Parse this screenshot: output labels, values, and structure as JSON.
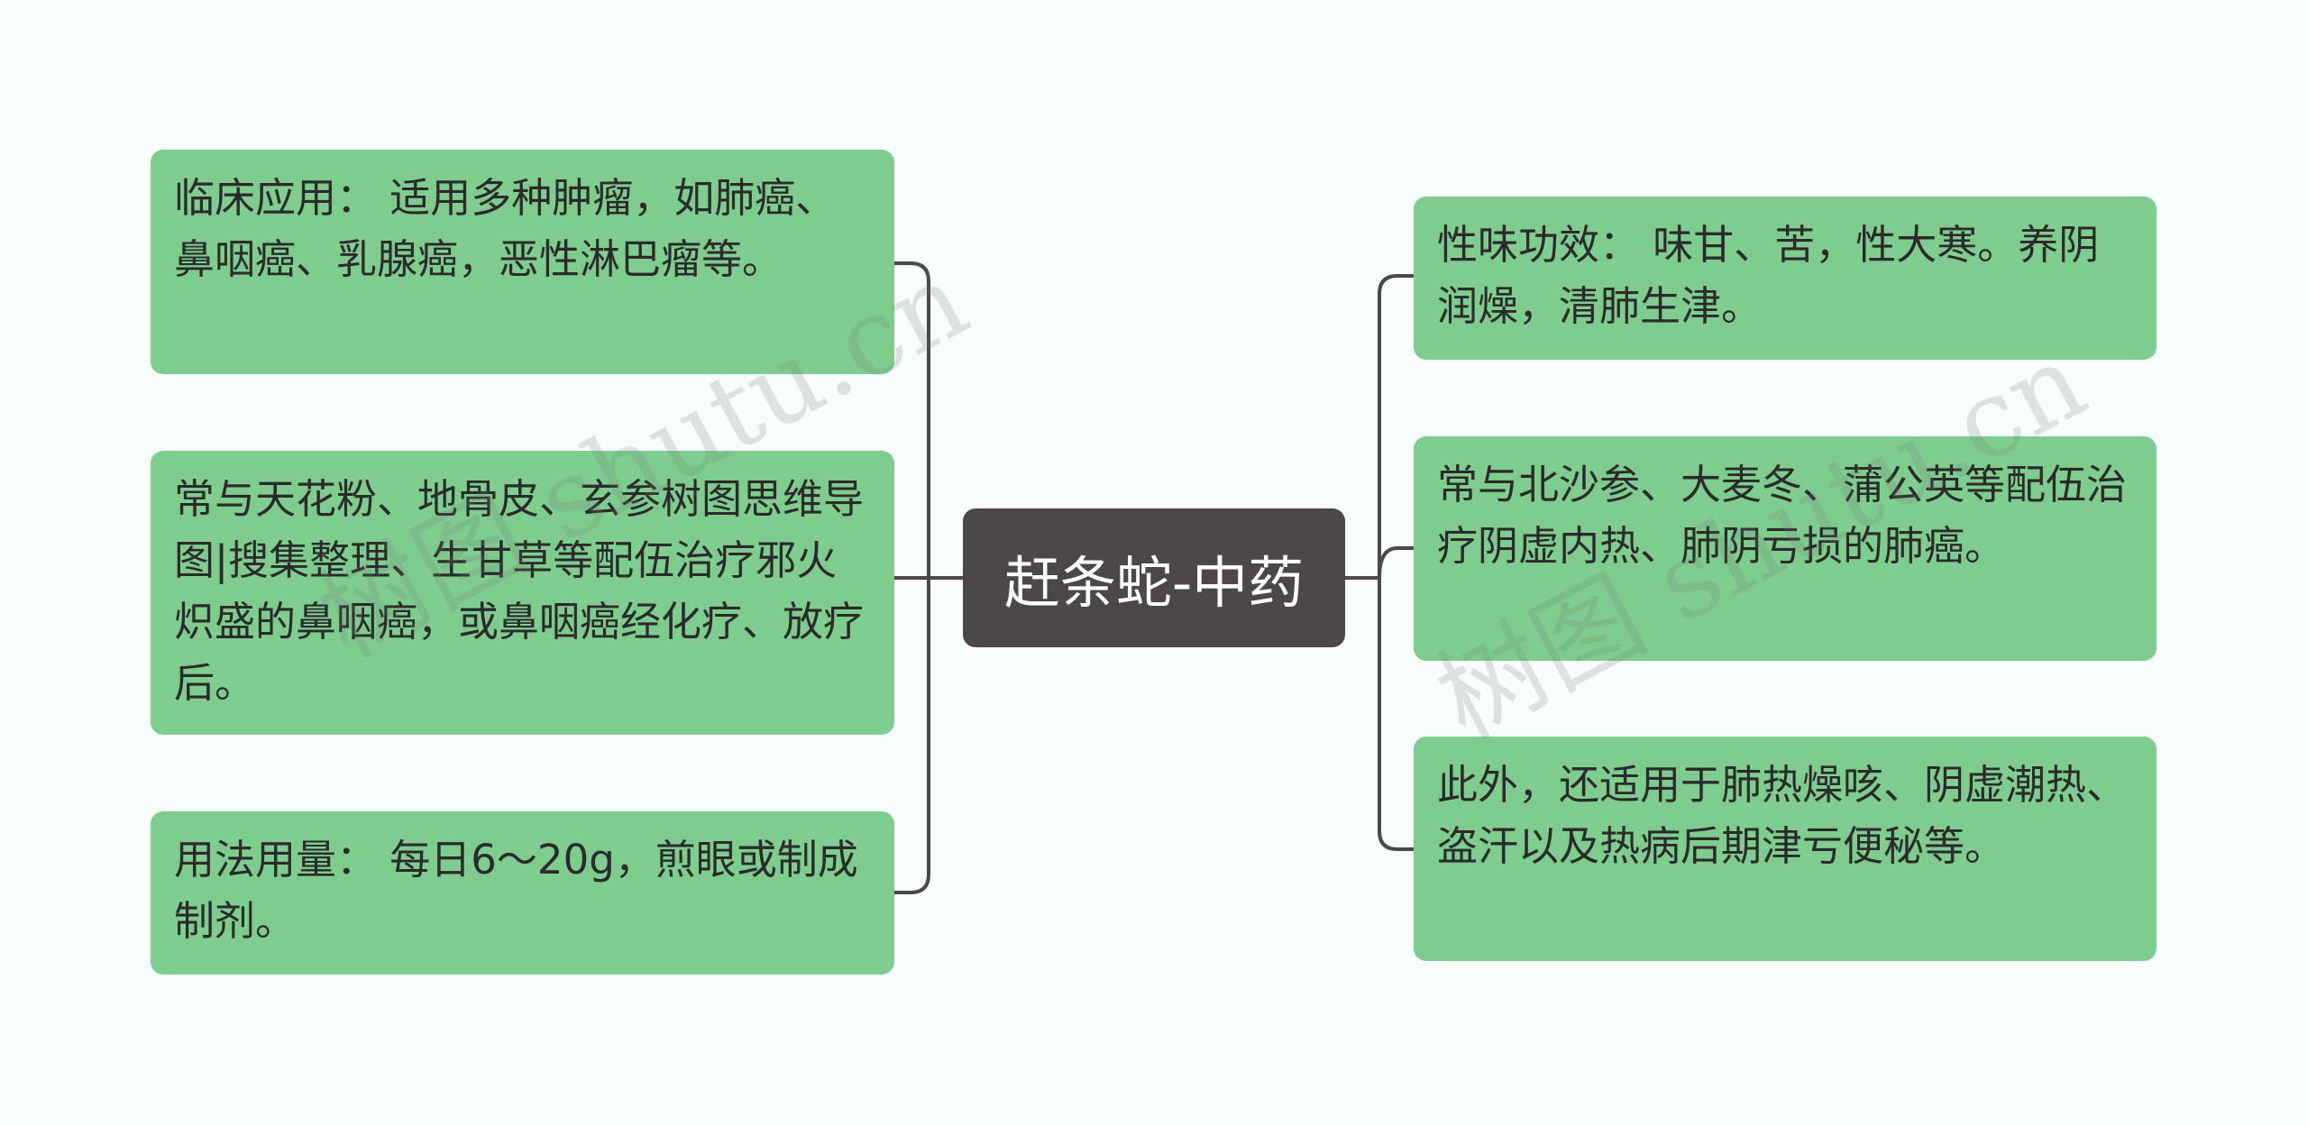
{
  "center": {
    "title": "赶条蛇-中药"
  },
  "left_nodes": [
    {
      "text": "临床应用： 适用多种肿瘤，如肺癌、鼻咽癌、乳腺癌，恶性淋巴瘤等。"
    },
    {
      "text": "常与天花粉、地骨皮、玄参树图思维导图|搜集整理、生甘草等配伍治疗邪火炽盛的鼻咽癌，或鼻咽癌经化疗、放疗后。"
    },
    {
      "text": "用法用量： 每日6～20g，煎眼或制成制剂。"
    }
  ],
  "right_nodes": [
    {
      "text": "性味功效： 味甘、苦，性大寒。养阴润燥，清肺生津。"
    },
    {
      "text": "常与北沙参、大麦冬、蒲公英等配伍治疗阴虚内热、肺阴亏损的肺癌。"
    },
    {
      "text": "此外，还适用于肺热燥咳、阴虚潮热、盗汗以及热病后期津亏便秘等。"
    }
  ],
  "watermarks": [
    {
      "text": "树图 shutu.cn"
    },
    {
      "text": "树图 shutu.cn"
    }
  ],
  "colors": {
    "background": "#f7fcfc",
    "node_fill": "#7ecd8f",
    "center_fill": "#4c4748",
    "connector": "#4c4748",
    "node_text": "#2b2b2b",
    "center_text": "#ffffff"
  }
}
